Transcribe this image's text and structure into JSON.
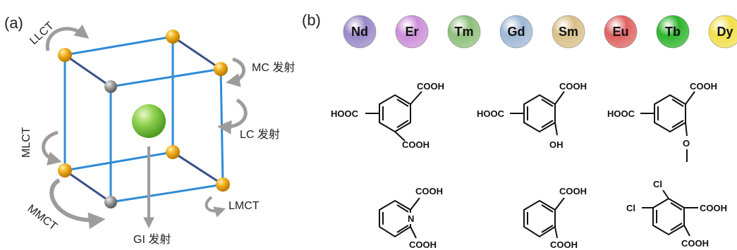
{
  "panels": {
    "a": "(a)",
    "b": "(b)"
  },
  "cube": {
    "labels": {
      "llct": "LLCT",
      "mc": "MC 发射",
      "lc": "LC 发射",
      "mlct": "MLCT",
      "mmct": "MMCT",
      "lmct": "LMCT",
      "gi": "GI 发射"
    },
    "colors": {
      "edge_front": "#2f8bd6",
      "edge_back": "#3a4f86",
      "node_gold": "#f2b01e",
      "node_gray": "#9a9a9a",
      "center_sphere": "#8fd14f",
      "arrow": "#9c9c9c"
    }
  },
  "elements": [
    {
      "symbol": "Nd",
      "color": "#9a88c8"
    },
    {
      "symbol": "Er",
      "color": "#cc8fd8"
    },
    {
      "symbol": "Tm",
      "color": "#8fbf7c"
    },
    {
      "symbol": "Gd",
      "color": "#9fb8d4"
    },
    {
      "symbol": "Sm",
      "color": "#d8c088"
    },
    {
      "symbol": "Eu",
      "color": "#e06262"
    },
    {
      "symbol": "Tb",
      "color": "#2fb52f"
    },
    {
      "symbol": "Dy",
      "color": "#f0e04a"
    }
  ],
  "ligands": {
    "l1": {
      "cooh_top": "COOH",
      "hooc_left": "HOOC",
      "cooh_bottom": "COOH"
    },
    "l2": {
      "cooh_top": "COOH",
      "hooc_left": "HOOC",
      "oh": "OH"
    },
    "l3": {
      "cooh_top": "COOH",
      "hooc_left": "HOOC",
      "o": "O"
    },
    "l4": {
      "cooh_top": "COOH",
      "n": "N",
      "cooh_bottom": "COOH"
    },
    "l5": {
      "cooh_top": "COOH",
      "cooh_bottom": "COOH"
    },
    "l6": {
      "cl_top": "Cl",
      "cl_left": "Cl",
      "cooh_right": "COOH",
      "cooh_bottom": "COOH"
    }
  }
}
